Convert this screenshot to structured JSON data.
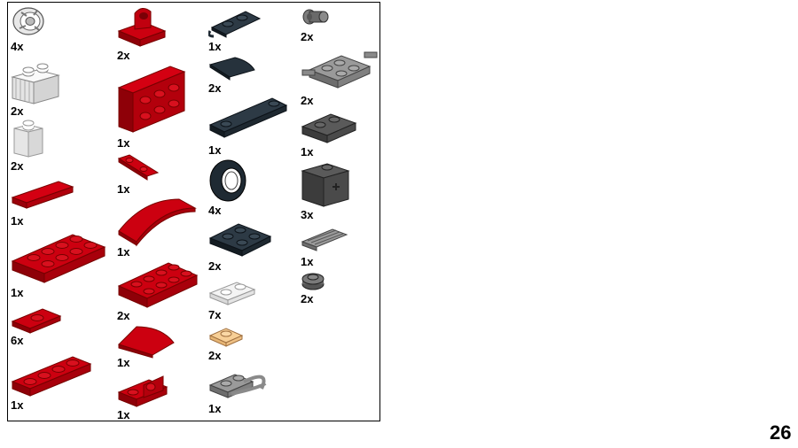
{
  "page_number": "26",
  "colors": {
    "red": "#c3000d",
    "red_dark": "#8a0008",
    "black": "#1f2a33",
    "dark_gray": "#5c5c5c",
    "light_gray": "#8f8f8f",
    "white": "#f2f2f2",
    "tan": "#f3c88a"
  },
  "parts": [
    {
      "qty": "4x",
      "icon": "wheel-rim-icon"
    },
    {
      "qty": "2x",
      "icon": "grille-brick-icon"
    },
    {
      "qty": "2x",
      "icon": "brick-1x1-icon"
    },
    {
      "qty": "1x",
      "icon": "tile-1x4-icon"
    },
    {
      "qty": "1x",
      "icon": "plate-2x4-icon"
    },
    {
      "qty": "6x",
      "icon": "plate-1x2-jumper-icon"
    },
    {
      "qty": "1x",
      "icon": "plate-1x4-icon"
    },
    {
      "qty": "2x",
      "icon": "plate-pin-hole-icon"
    },
    {
      "qty": "1x",
      "icon": "bracket-2x4-icon"
    },
    {
      "qty": "1x",
      "icon": "bar-clip-icon"
    },
    {
      "qty": "1x",
      "icon": "arch-slope-icon"
    },
    {
      "qty": "2x",
      "icon": "plate-2x4-icon"
    },
    {
      "qty": "1x",
      "icon": "curved-slope-icon"
    },
    {
      "qty": "1x",
      "icon": "bracket-1x2-icon"
    },
    {
      "qty": "1x",
      "icon": "plate-clip-icon"
    },
    {
      "qty": "2x",
      "icon": "curved-slope-1x2-icon"
    },
    {
      "qty": "1x",
      "icon": "plate-1x6-icon"
    },
    {
      "qty": "4x",
      "icon": "tire-icon"
    },
    {
      "qty": "2x",
      "icon": "plate-2x2-icon"
    },
    {
      "qty": "7x",
      "icon": "plate-1x2-icon"
    },
    {
      "qty": "2x",
      "icon": "plate-1x1-icon"
    },
    {
      "qty": "1x",
      "icon": "plate-handle-icon"
    },
    {
      "qty": "2x",
      "icon": "axle-pin-icon"
    },
    {
      "qty": "2x",
      "icon": "wheel-holder-icon"
    },
    {
      "qty": "1x",
      "icon": "plate-rail-icon"
    },
    {
      "qty": "3x",
      "icon": "technic-brick-icon"
    },
    {
      "qty": "1x",
      "icon": "grille-tile-icon"
    },
    {
      "qty": "2x",
      "icon": "round-plate-icon"
    }
  ]
}
